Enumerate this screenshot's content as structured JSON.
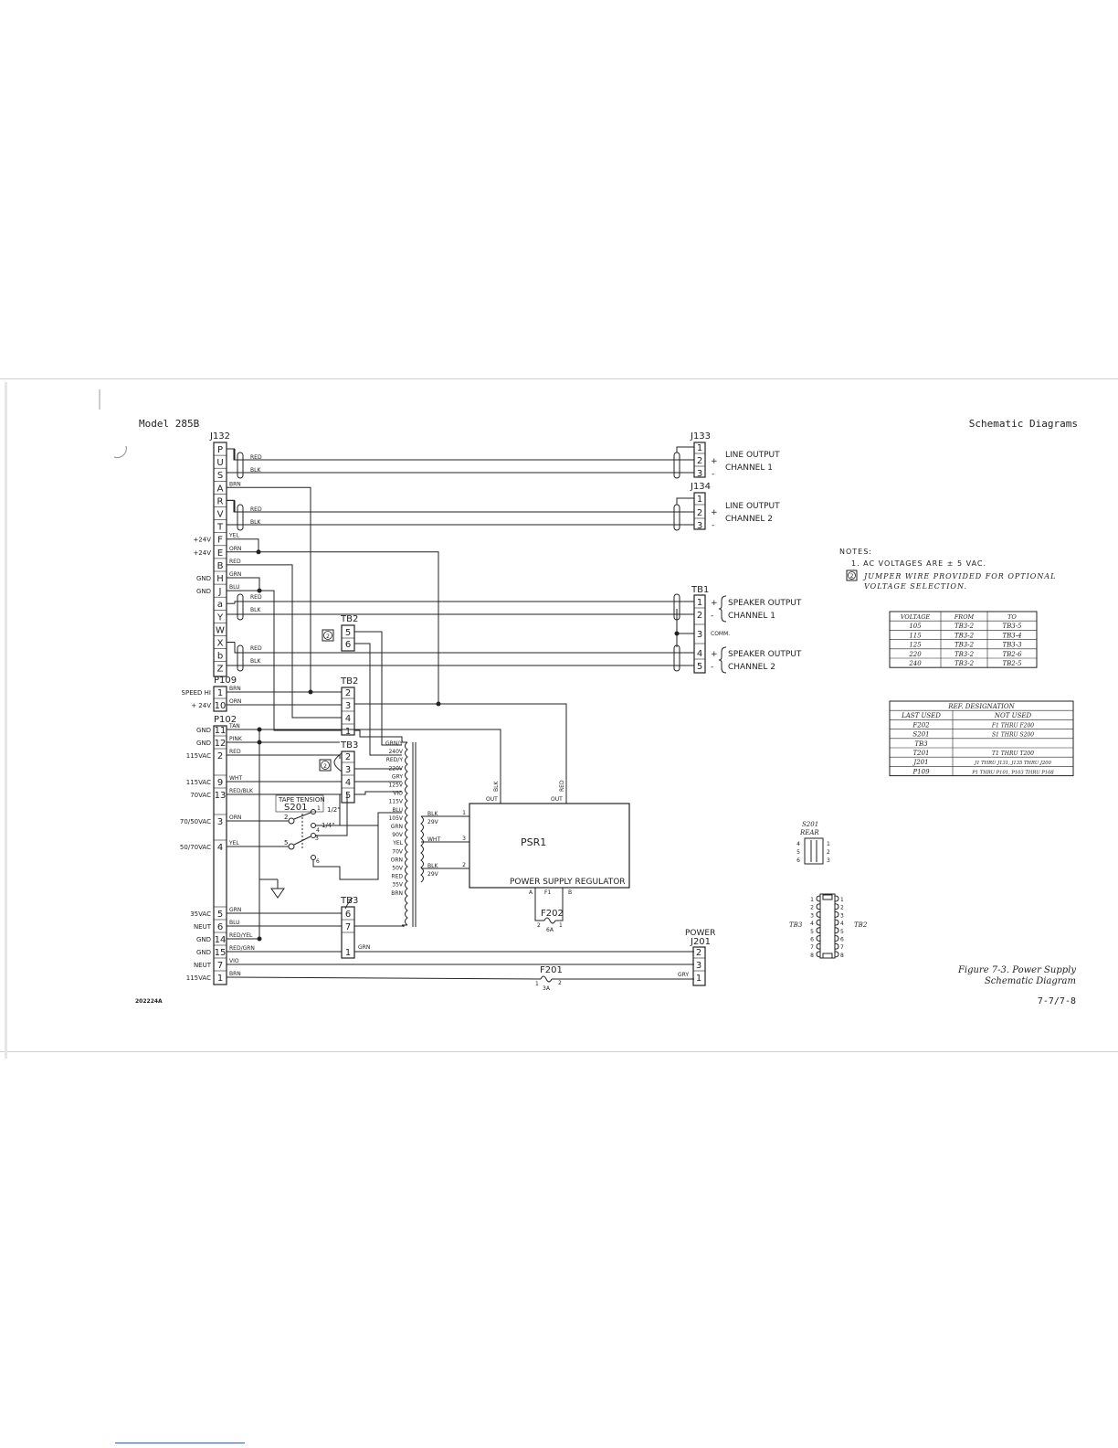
{
  "header": {
    "model": "Model 285B",
    "section": "Schematic Diagrams"
  },
  "footer": {
    "drawing_no": "202224A",
    "figure_line1": "Figure 7-3.  Power Supply",
    "figure_line2": "Schematic Diagram",
    "page": "7-7/7-8"
  },
  "connectors": {
    "j132": {
      "ref": "J132",
      "pins": [
        "P",
        "U",
        "S",
        "A",
        "R",
        "V",
        "T",
        "F",
        "E",
        "B",
        "H",
        "J",
        "a",
        "Y",
        "W",
        "X",
        "b",
        "Z"
      ]
    },
    "p109": {
      "ref": "P109",
      "pins": [
        "1",
        "10"
      ]
    },
    "p102": {
      "ref": "P102",
      "pins": [
        "11",
        "12",
        "2",
        "9",
        "13",
        "3",
        "4",
        "5",
        "6",
        "14",
        "15",
        "7",
        "1"
      ]
    },
    "j133": {
      "ref": "J133",
      "pins": [
        "1",
        "2",
        "3"
      ],
      "signs": [
        "+",
        "-"
      ],
      "label1": "LINE OUTPUT",
      "label2": "CHANNEL 1"
    },
    "j134": {
      "ref": "J134",
      "pins": [
        "1",
        "2",
        "3"
      ],
      "signs": [
        "+",
        "-"
      ],
      "label1": "LINE OUTPUT",
      "label2": "CHANNEL 2"
    },
    "tb1": {
      "ref": "TB1",
      "pins": [
        "1",
        "2",
        "3",
        "4",
        "5"
      ],
      "signs": [
        "+",
        "-",
        "",
        "+",
        "-"
      ],
      "spk1a": "SPEAKER OUTPUT",
      "spk1b": "CHANNEL 1",
      "comm": "COMM.",
      "spk2a": "SPEAKER OUTPUT",
      "spk2b": "CHANNEL 2"
    },
    "j201": {
      "ref": "J201",
      "title": "POWER",
      "pins": [
        "2",
        "3",
        "1"
      ]
    }
  },
  "left_labels": {
    "j132": [
      "+24V",
      "+24V",
      "GND",
      "GND"
    ],
    "p109": [
      "SPEED HI",
      "+ 24V"
    ],
    "p102": [
      "GND",
      "GND",
      "115VAC",
      "115VAC",
      "70VAC",
      "70/50VAC",
      "50/70VAC",
      "35VAC",
      "NEUT",
      "GND",
      "GND",
      "NEUT",
      "115VAC"
    ]
  },
  "wire_colors": {
    "j132": [
      "RED",
      "BLK",
      "BRN",
      "RED",
      "BLK",
      "YEL",
      "ORN",
      "RED",
      "GRN",
      "BLU",
      "RED",
      "BLK",
      "RED",
      "BLK"
    ],
    "p109": [
      "BRN",
      "ORN"
    ],
    "p102": [
      "TAN",
      "PINK",
      "RED",
      "WHT",
      "RED/BLK",
      "ORN",
      "YEL",
      "GRN",
      "BLU",
      "RED/YEL",
      "RED/GRN",
      "VIO",
      "BRN"
    ],
    "tb3_lower_out": "GRN",
    "j201_gry": "GRY"
  },
  "terminal_blocks": {
    "tb2_upper": {
      "ref": "TB2",
      "pins": [
        "5",
        "6"
      ]
    },
    "tb2_lower": {
      "ref": "TB2",
      "pins": [
        "2",
        "3",
        "4",
        "1"
      ]
    },
    "tb3_upper": {
      "ref": "TB3",
      "pins": [
        "2",
        "3",
        "4",
        "5"
      ]
    },
    "tb3_lower": {
      "ref": "TB3",
      "pins": [
        "6",
        "7",
        "1"
      ]
    },
    "jumper_mark": "2"
  },
  "transformer": {
    "primary_taps": [
      "GRN/Y",
      "240V",
      "RED/Y",
      "220V",
      "GRY",
      "125V",
      "VIO",
      "115V",
      "BLU",
      "105V",
      "GRN",
      "90V",
      "YEL",
      "70V",
      "ORN",
      "50V",
      "RED",
      "35V",
      "BRN"
    ],
    "secondary": [
      {
        "color": "BLK",
        "volts": "29V",
        "pin": "1"
      },
      {
        "color": "WHT",
        "volts": "",
        "pin": "3"
      },
      {
        "color": "BLK",
        "volts": "29V",
        "pin": "2"
      }
    ]
  },
  "switch": {
    "title": "TAPE TENSION",
    "ref": "S201",
    "pos1": "1/2\"",
    "pos2": "1/4\"",
    "nums": [
      "2",
      "1",
      "4",
      "3",
      "5",
      "6"
    ]
  },
  "psr": {
    "ref": "PSR1",
    "name": "POWER SUPPLY REGULATOR",
    "out_left_color": "BLK",
    "out_left": "OUT",
    "out_right_color": "RED",
    "out_right": "OUT",
    "pin_a": "A",
    "pin_f1": "F1",
    "pin_b": "B"
  },
  "fuses": {
    "f202": {
      "ref": "F202",
      "rating": "6A",
      "p1": "2",
      "p2": "1"
    },
    "f201": {
      "ref": "F201",
      "rating": "3A",
      "p1": "1",
      "p2": "2"
    }
  },
  "notes": {
    "title": "NOTES:",
    "n1": "1. AC VOLTAGES ARE ± 5 VAC.",
    "n2a": "JUMPER WIRE PROVIDED FOR OPTIONAL",
    "n2b": "VOLTAGE SELECTION.",
    "n2_mark": "2"
  },
  "voltage_table": {
    "headers": [
      "VOLTAGE",
      "FROM",
      "TO"
    ],
    "rows": [
      [
        "105",
        "TB3-2",
        "TB3-5"
      ],
      [
        "115",
        "TB3-2",
        "TB3-4"
      ],
      [
        "125",
        "TB3-2",
        "TB3-3"
      ],
      [
        "220",
        "TB3-2",
        "TB2-6"
      ],
      [
        "240",
        "TB3-2",
        "TB2-5"
      ]
    ]
  },
  "ref_table": {
    "title": "REF. DESIGNATION",
    "headers": [
      "LAST USED",
      "NOT USED"
    ],
    "rows": [
      [
        "F202",
        "F1 THRU F200"
      ],
      [
        "S201",
        "S1 THRU S200"
      ],
      [
        "TB3",
        ""
      ],
      [
        "T201",
        "T1 THRU T200"
      ],
      [
        "J201",
        "J1 THRU J131, J135 THRU J200"
      ],
      [
        "P109",
        "P1 THRU P101, P103 THRU P108"
      ]
    ]
  },
  "s201_rear": {
    "title1": "S201",
    "title2": "REAR",
    "left": [
      "4",
      "5",
      "6"
    ],
    "right": [
      "1",
      "2",
      "3"
    ]
  },
  "tb_detail": {
    "left_label": "TB3",
    "right_label": "TB2",
    "left": [
      "1",
      "2",
      "3",
      "4",
      "5",
      "6",
      "7",
      "8"
    ],
    "right": [
      "1",
      "2",
      "3",
      "4",
      "5",
      "6",
      "7",
      "8"
    ]
  }
}
